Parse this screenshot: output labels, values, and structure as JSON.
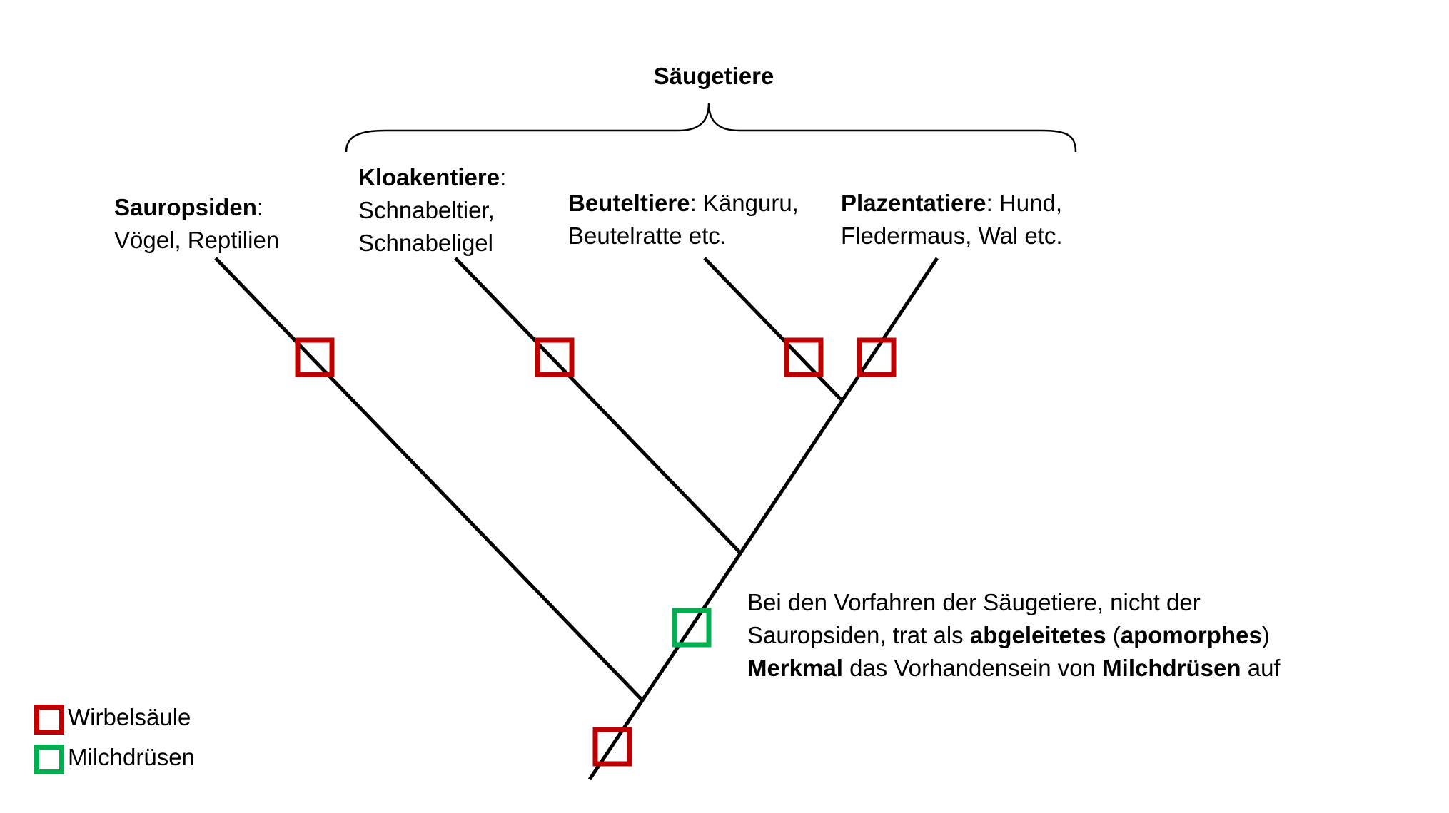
{
  "title": "Säugetiere",
  "taxa": {
    "sauropsiden": {
      "name": "Sauropsiden",
      "sep": ":",
      "line1": "Vögel, Reptilien",
      "line2": ""
    },
    "kloakentiere": {
      "name": "Kloakentiere",
      "sep": ":",
      "line1": "Schnabeltier,",
      "line2": "Schnabeligel"
    },
    "beuteltiere": {
      "name": "Beuteltiere",
      "sep": ":",
      "rest1": " Känguru,",
      "line2": "Beutelratte etc."
    },
    "plazentatiere": {
      "name": "Plazentatiere",
      "sep": ":",
      "rest1": " Hund,",
      "line2": "Fledermaus, Wal etc."
    }
  },
  "note": {
    "p1": "Bei den Vorfahren der Säugetiere, nicht der",
    "p2": "Sauropsiden, trat als ",
    "b1": "abgeleitetes",
    "p3": " (",
    "b2": "apomorphes",
    "p4": ")",
    "b3": "Merkmal",
    "p5": " das Vorhandensein von ",
    "b4": "Milchdrüsen",
    "p6": " auf"
  },
  "legend": [
    {
      "label": "Wirbelsäule",
      "color": "#c00000"
    },
    {
      "label": "Milchdrüsen",
      "color": "#00b050"
    }
  ],
  "colors": {
    "wirbelsaeule": "#c00000",
    "milchdruesen": "#00b050",
    "line": "#000000"
  }
}
